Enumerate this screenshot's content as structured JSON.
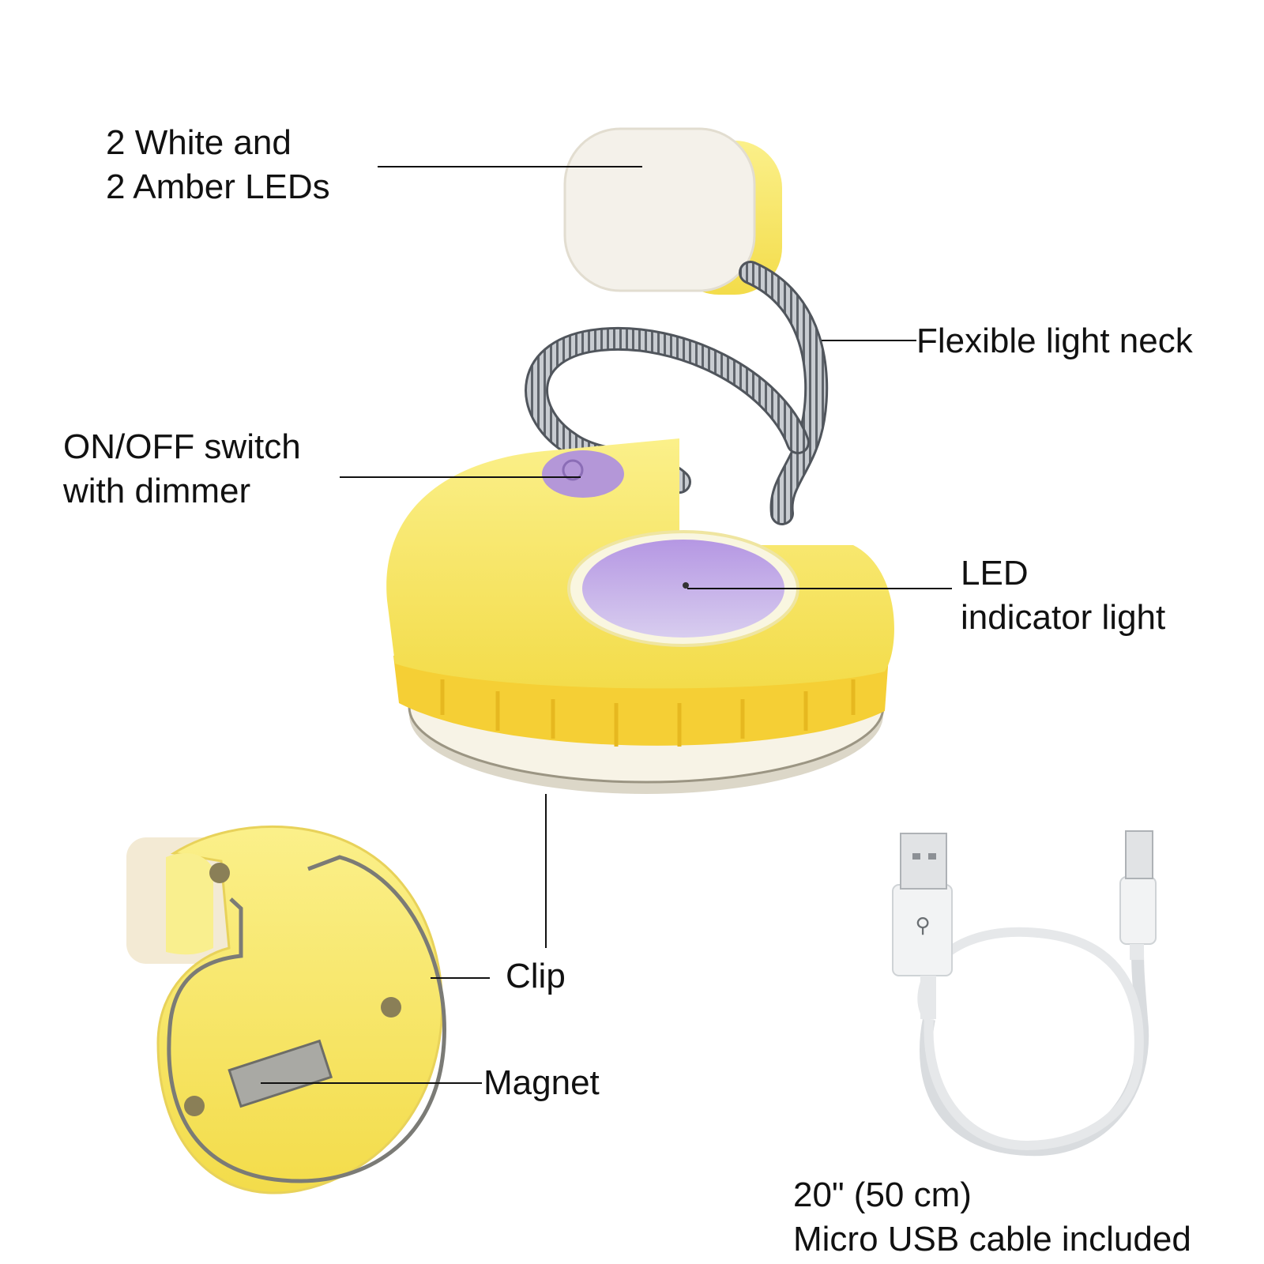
{
  "callouts": {
    "leds": {
      "line1": "2 White and",
      "line2": "2 Amber LEDs"
    },
    "neck": {
      "line1": "Flexible light neck"
    },
    "switch": {
      "line1": "ON/OFF switch",
      "line2": "with dimmer"
    },
    "indicator": {
      "line1": "LED",
      "line2": "indicator light"
    },
    "clip": {
      "line1": "Clip"
    },
    "magnet": {
      "line1": "Magnet"
    },
    "cable": {
      "line1": "20\" (50 cm)",
      "line2": "Micro USB cable included"
    }
  },
  "colors": {
    "body_yellow": "#f8ea6a",
    "body_shadow": "#f1d84a",
    "lavender": "#b79ee0",
    "led_white": "#f5f2ea",
    "steel": "#8a8f96",
    "cable_white": "#eceeef"
  }
}
